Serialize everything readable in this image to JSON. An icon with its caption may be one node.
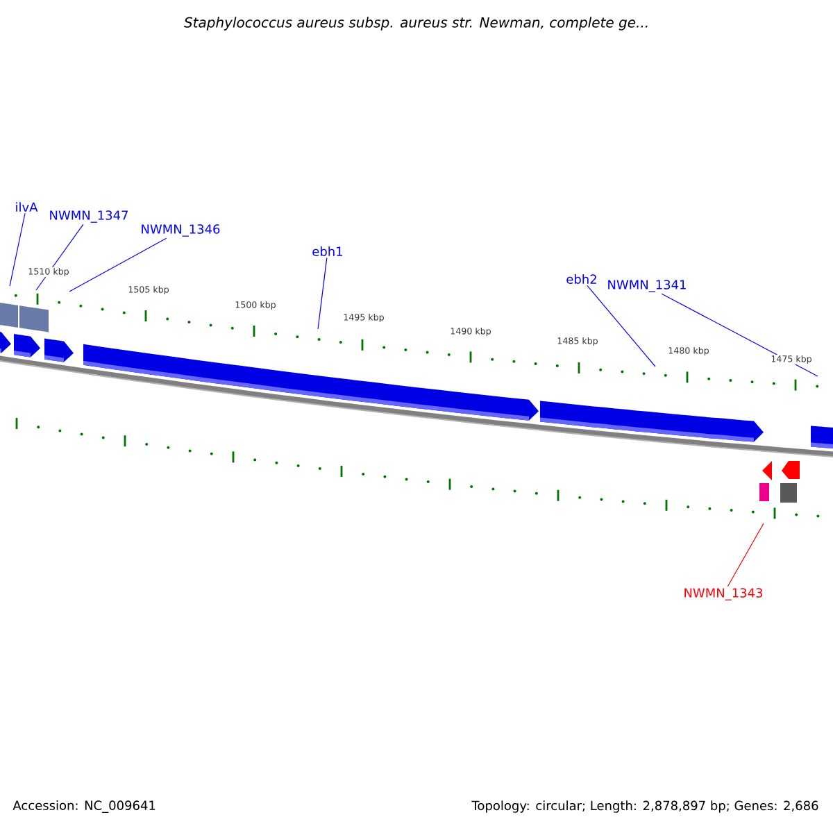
{
  "diagram": {
    "title": "Staphylococcus aureus subsp. aureus str. Newman, complete ge...",
    "nodes": [
      {
        "text": [
          "ilvA"
        ]
      },
      {
        "text": [
          "NWMN_1347"
        ]
      },
      {
        "text": [
          "NWMN_1346"
        ]
      },
      {
        "text": [
          "ebh1"
        ]
      },
      {
        "text": [
          "ebh2"
        ]
      },
      {
        "text": [
          "NWMN_1341"
        ]
      },
      {
        "text": [
          "NWMN_1343"
        ]
      }
    ],
    "edges": [
      {
        "from": 0,
        "to": null,
        "arrow": "none"
      },
      {
        "from": 1,
        "to": null,
        "arrow": "none"
      },
      {
        "from": 2,
        "to": null,
        "arrow": "none"
      },
      {
        "from": 3,
        "to": null,
        "arrow": "none"
      },
      {
        "from": 4,
        "to": null,
        "arrow": "none"
      },
      {
        "from": 5,
        "to": null,
        "arrow": "none"
      },
      {
        "from": 6,
        "to": null,
        "arrow": "none",
        "color": "#ff0000"
      }
    ],
    "labels": [
      "1510 kbp",
      "1505 kbp",
      "1500 kbp",
      "1495 kbp",
      "1490 kbp",
      "1485 kbp",
      "1480 kbp",
      "1475 kbp",
      "Accession: NC_009641",
      "Topology: circular; Length: 2,878,897 bp; Genes: 2,686"
    ]
  }
}
